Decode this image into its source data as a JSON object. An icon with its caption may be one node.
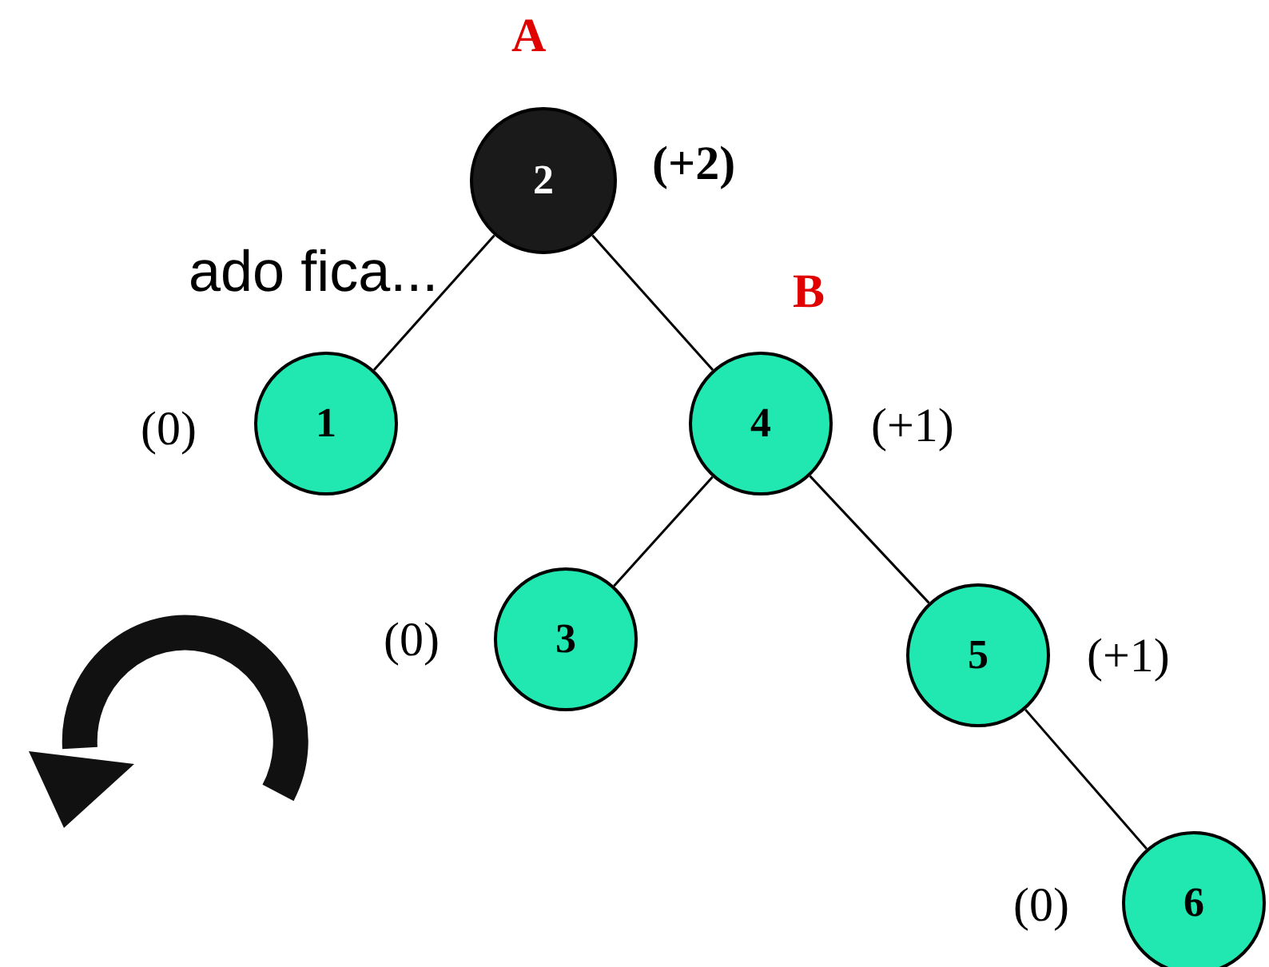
{
  "diagram": {
    "nodes": [
      {
        "text": [
          "2"
        ],
        "beside": [
          "A",
          "(+2)"
        ]
      },
      {
        "text": [
          "1"
        ],
        "beside": [
          "(0)"
        ]
      },
      {
        "text": [
          "4"
        ],
        "beside": [
          "B",
          "(+1)"
        ]
      },
      {
        "text": [
          "3"
        ],
        "beside": [
          "(0)"
        ]
      },
      {
        "text": [
          "5"
        ],
        "beside": [
          "(+1)"
        ]
      },
      {
        "text": [
          "6"
        ],
        "beside": [
          "(0)"
        ]
      }
    ],
    "edges": [
      {
        "from": 0,
        "to": 1,
        "arrow": "none"
      },
      {
        "from": 0,
        "to": 2,
        "arrow": "none"
      },
      {
        "from": 2,
        "to": 3,
        "arrow": "none"
      },
      {
        "from": 2,
        "to": 4,
        "arrow": "none"
      },
      {
        "from": 4,
        "to": 5,
        "arrow": "none"
      }
    ],
    "labels": [
      "ado fica..."
    ]
  }
}
